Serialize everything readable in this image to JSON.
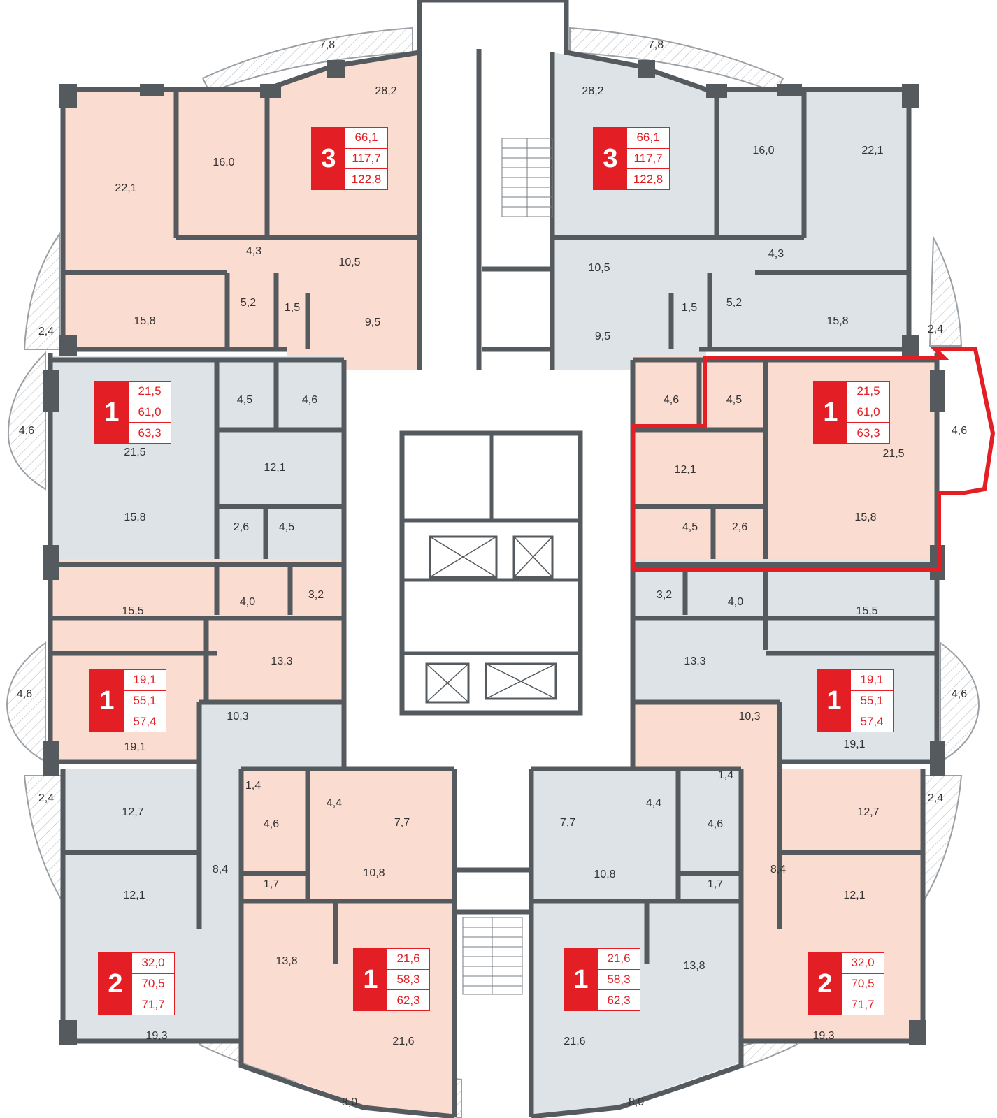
{
  "colors": {
    "wall": "#555a5f",
    "pink": "#fbdcd0",
    "gray": "#dde3e7",
    "red": "#e31e24",
    "balcony": "#ffffff",
    "hatch": "#c9cccf"
  },
  "apartments": [
    {
      "id": "apt-top-left",
      "rooms": "3",
      "values": [
        "66,1",
        "117,7",
        "122,8"
      ]
    },
    {
      "id": "apt-top-right",
      "rooms": "3",
      "values": [
        "66,1",
        "117,7",
        "122,8"
      ]
    },
    {
      "id": "apt-mid-left-1",
      "rooms": "1",
      "values": [
        "21,5",
        "61,0",
        "63,3"
      ]
    },
    {
      "id": "apt-mid-right-1",
      "rooms": "1",
      "values": [
        "21,5",
        "61,0",
        "63,3"
      ]
    },
    {
      "id": "apt-mid-left-2",
      "rooms": "1",
      "values": [
        "19,1",
        "55,1",
        "57,4"
      ]
    },
    {
      "id": "apt-mid-right-2",
      "rooms": "1",
      "values": [
        "19,1",
        "55,1",
        "57,4"
      ]
    },
    {
      "id": "apt-bottom-left-2",
      "rooms": "2",
      "values": [
        "32,0",
        "70,5",
        "71,7"
      ]
    },
    {
      "id": "apt-bottom-left-1",
      "rooms": "1",
      "values": [
        "21,6",
        "58,3",
        "62,3"
      ]
    },
    {
      "id": "apt-bottom-right-1",
      "rooms": "1",
      "values": [
        "21,6",
        "58,3",
        "62,3"
      ]
    },
    {
      "id": "apt-bottom-right-2",
      "rooms": "2",
      "values": [
        "32,0",
        "70,5",
        "71,7"
      ]
    }
  ],
  "room_labels": [
    "7,8",
    "7,8",
    "28,2",
    "28,2",
    "22,1",
    "16,0",
    "16,0",
    "22,1",
    "4,3",
    "10,5",
    "10,5",
    "4,3",
    "5,2",
    "1,5",
    "1,5",
    "5,2",
    "15,8",
    "9,5",
    "9,5",
    "15,8",
    "2,4",
    "2,4",
    "4,5",
    "4,6",
    "4,6",
    "4,5",
    "4,6",
    "4,6",
    "21,5",
    "21,5",
    "12,1",
    "12,1",
    "15,8",
    "15,8",
    "2,6",
    "4,5",
    "4,5",
    "2,6",
    "4,0",
    "3,2",
    "3,2",
    "4,0",
    "15,5",
    "15,5",
    "13,3",
    "13,3",
    "4,6",
    "4,6",
    "19,1",
    "19,1",
    "10,3",
    "10,3",
    "1,4",
    "4,4",
    "4,4",
    "1,4",
    "2,4",
    "2,4",
    "12,7",
    "12,7",
    "4,6",
    "4,6",
    "7,7",
    "7,7",
    "8,4",
    "10,8",
    "10,8",
    "8,4",
    "1,7",
    "1,7",
    "12,1",
    "12,1",
    "13,8",
    "13,8",
    "19,3",
    "21,6",
    "21,6",
    "19,3",
    "8,0",
    "8,0"
  ]
}
